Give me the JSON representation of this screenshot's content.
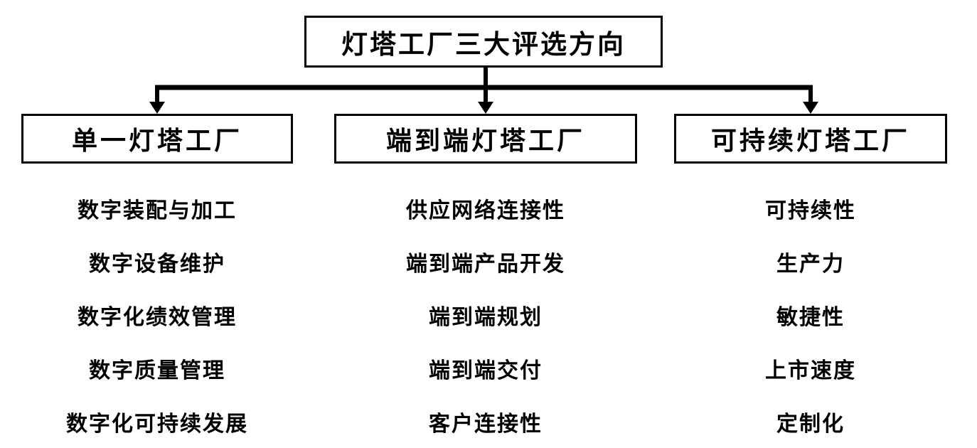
{
  "diagram": {
    "title": "灯塔工厂三大评选方向",
    "root": {
      "label": "灯塔工厂三大评选方向"
    },
    "branches": [
      {
        "label": "单一灯塔工厂",
        "items": [
          "数字装配与加工",
          "数字设备维护",
          "数字化绩效管理",
          "数字质量管理",
          "数字化可持续发展"
        ]
      },
      {
        "label": "端到端灯塔工厂",
        "items": [
          "供应网络连接性",
          "端到端产品开发",
          "端到端规划",
          "端到端交付",
          "客户连接性"
        ]
      },
      {
        "label": "可持续灯塔工厂",
        "items": [
          "可持续性",
          "生产力",
          "敏捷性",
          "上市速度",
          "定制化"
        ]
      }
    ],
    "colors": {
      "background": "#ffffff",
      "line": "#000000",
      "box_border": "#000000",
      "text": "#000000"
    }
  }
}
